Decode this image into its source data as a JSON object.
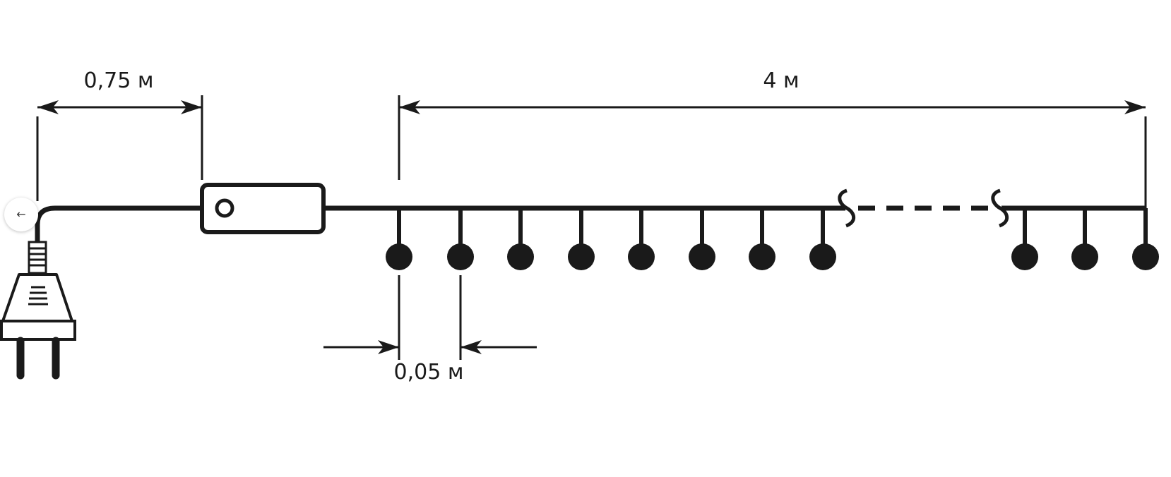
{
  "dimensions": {
    "cord_length": "0,75 м",
    "string_length": "4 м",
    "bulb_spacing": "0,05 м"
  },
  "nav": {
    "back_glyph": "←"
  },
  "colors": {
    "ink": "#1a1a1a",
    "background": "#ffffff"
  }
}
